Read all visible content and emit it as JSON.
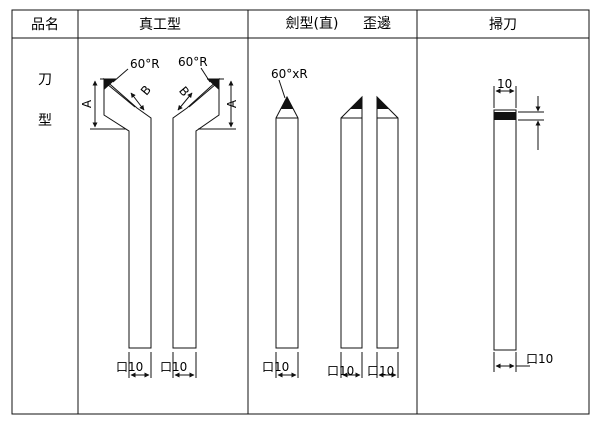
{
  "header": {
    "product_name": "品名",
    "cutter_straight": "真工型",
    "cutter_sword": "劍型(直)",
    "cutter_offset": "歪邊",
    "cutter_sweep": "掃刀"
  },
  "row": {
    "label_line1": "刀",
    "label_line2": "型"
  },
  "dimensions": {
    "angle_r": "60°R",
    "angle_xr": "60°xR",
    "dim_a": "A",
    "dim_b": "B",
    "square_10": "口10",
    "width_10": "10"
  },
  "colors": {
    "line": "#111111",
    "fill": "#111111",
    "paper": "#ffffff"
  }
}
